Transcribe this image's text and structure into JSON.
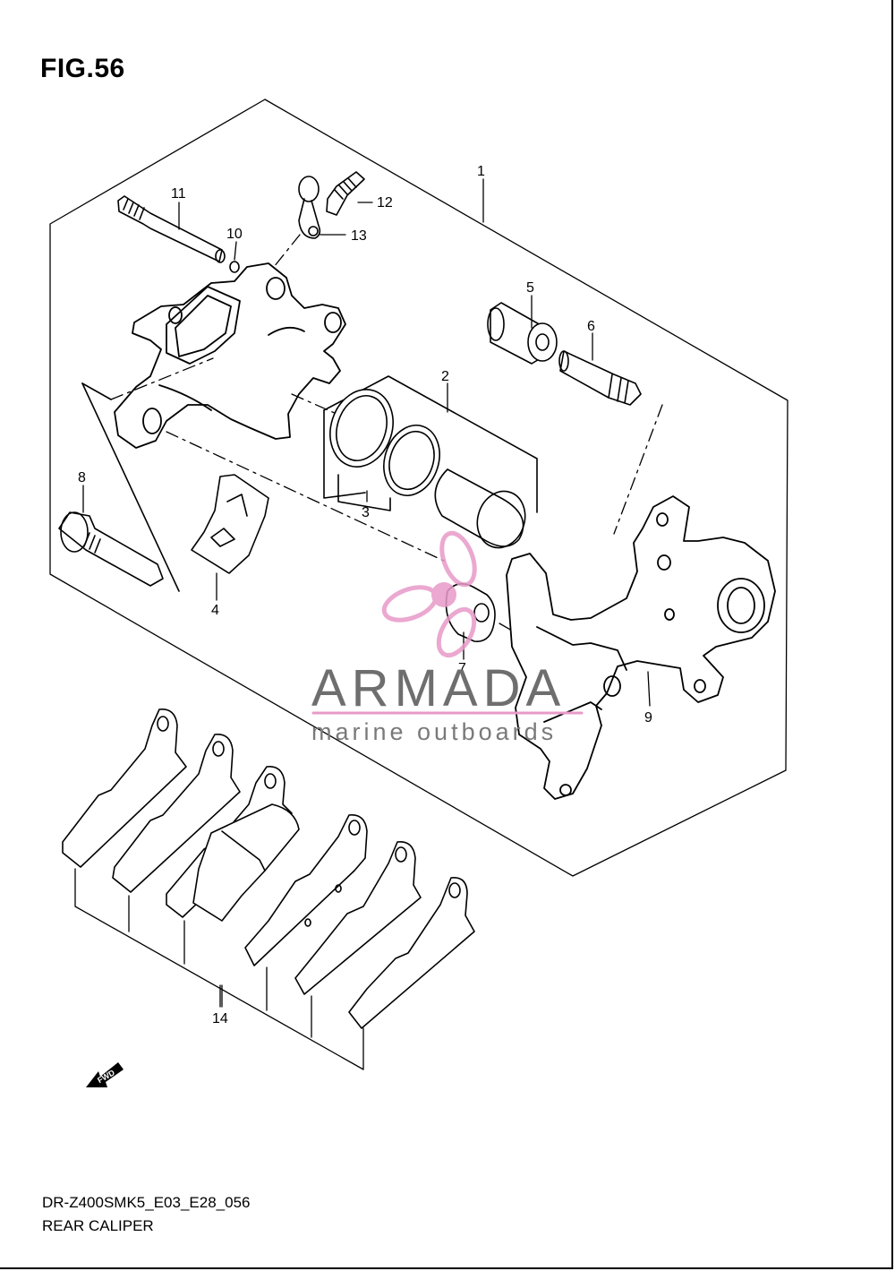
{
  "figure": {
    "title": "FIG.56"
  },
  "callouts": [
    {
      "id": "1",
      "label": "1"
    },
    {
      "id": "2",
      "label": "2"
    },
    {
      "id": "3",
      "label": "3"
    },
    {
      "id": "4",
      "label": "4"
    },
    {
      "id": "5",
      "label": "5"
    },
    {
      "id": "6",
      "label": "6"
    },
    {
      "id": "7",
      "label": "7"
    },
    {
      "id": "8",
      "label": "8"
    },
    {
      "id": "9",
      "label": "9"
    },
    {
      "id": "10",
      "label": "10"
    },
    {
      "id": "11",
      "label": "11"
    },
    {
      "id": "12",
      "label": "12"
    },
    {
      "id": "13",
      "label": "13"
    },
    {
      "id": "14",
      "label": "14"
    }
  ],
  "watermark": {
    "brand": "ARMADA",
    "tagline": "marine outboards",
    "accent_color": "#e89ac8"
  },
  "direction_badge": {
    "label": "FWD"
  },
  "footer": {
    "model_code": "DR-Z400SMK5_E03_E28_056",
    "section_name": "REAR CALIPER"
  }
}
